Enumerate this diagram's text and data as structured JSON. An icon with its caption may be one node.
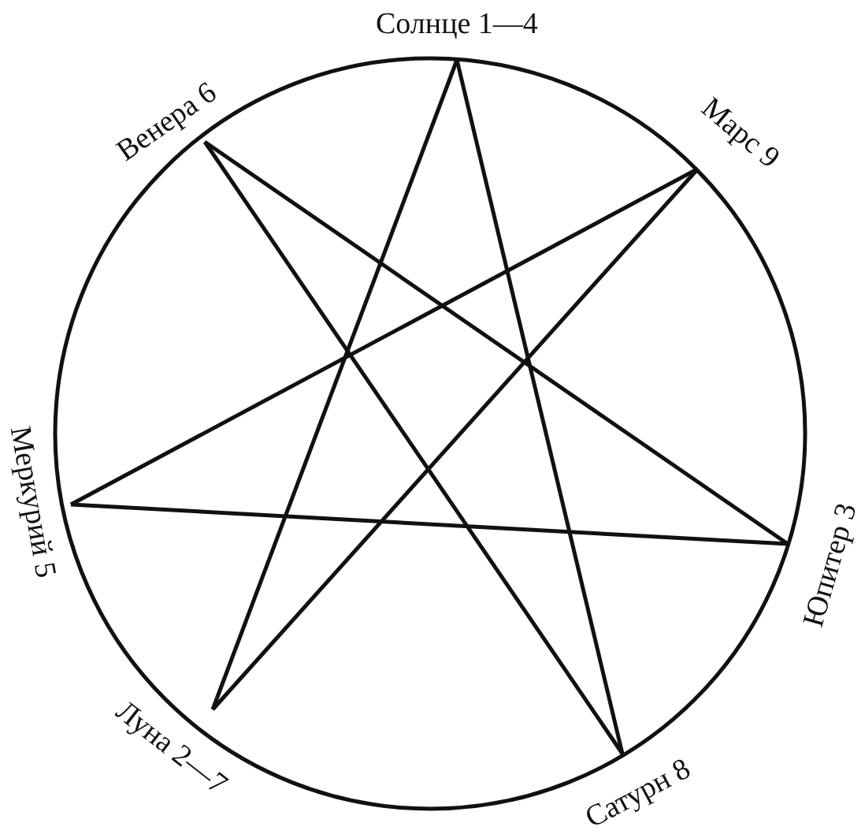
{
  "diagram": {
    "nodes": [
      {
        "text": [
          "Солнце 1—4"
        ]
      },
      {
        "text": [
          "Марс 9"
        ]
      },
      {
        "text": [
          "Юпитер 3"
        ]
      },
      {
        "text": [
          "Сатурн 8"
        ]
      },
      {
        "text": [
          "Луна 2—7"
        ]
      },
      {
        "text": [
          "Меркурий 5"
        ]
      },
      {
        "text": [
          "Венера 6"
        ]
      }
    ],
    "edges": [
      {
        "from": 0,
        "to": 4,
        "arrow": "none"
      },
      {
        "from": 4,
        "to": 1,
        "arrow": "none"
      },
      {
        "from": 1,
        "to": 5,
        "arrow": "none"
      },
      {
        "from": 5,
        "to": 2,
        "arrow": "none"
      },
      {
        "from": 2,
        "to": 6,
        "arrow": "none"
      },
      {
        "from": 6,
        "to": 3,
        "arrow": "none"
      },
      {
        "from": 3,
        "to": 0,
        "arrow": "none"
      }
    ]
  }
}
